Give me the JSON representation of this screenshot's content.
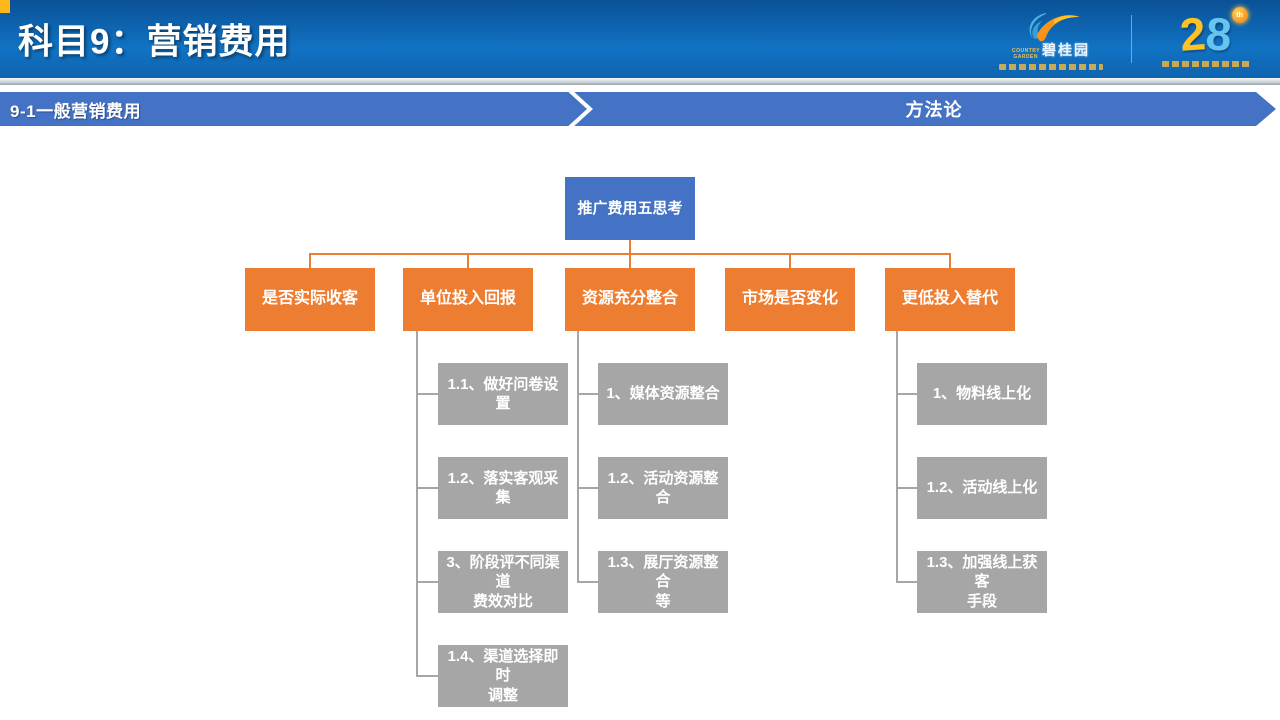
{
  "header": {
    "title": "科目9：营销费用",
    "accent_color": "#FFB81C",
    "logos": {
      "brand_name": "碧桂园",
      "brand_sub": "COUNTRY GARDEN",
      "anniversary_digit_2": "2",
      "anniversary_digit_8": "8",
      "anniversary_sup": "th"
    }
  },
  "nav": {
    "left_label": "9-1一般营销费用",
    "right_label": "方法论",
    "bar_color": "#4472C4"
  },
  "diagram": {
    "root": {
      "label": "推广费用五思考",
      "color": "#4472C4"
    },
    "branch_color": "#ED7D31",
    "leaf_color": "#A6A6A6",
    "branches": [
      {
        "label": "是否实际收客",
        "items": []
      },
      {
        "label": "单位投入回报",
        "items": [
          "1.1、做好问卷设置",
          "1.2、落实客观采集",
          "3、阶段评不同渠道\n费效对比",
          "1.4、渠道选择即时\n调整"
        ]
      },
      {
        "label": "资源充分整合",
        "items": [
          "1、媒体资源整合",
          "1.2、活动资源整合",
          "1.3、展厅资源整合\n等"
        ]
      },
      {
        "label": "市场是否变化",
        "items": []
      },
      {
        "label": "更低投入替代",
        "items": [
          "1、物料线上化",
          "1.2、活动线上化",
          "1.3、加强线上获客\n手段"
        ]
      }
    ]
  }
}
